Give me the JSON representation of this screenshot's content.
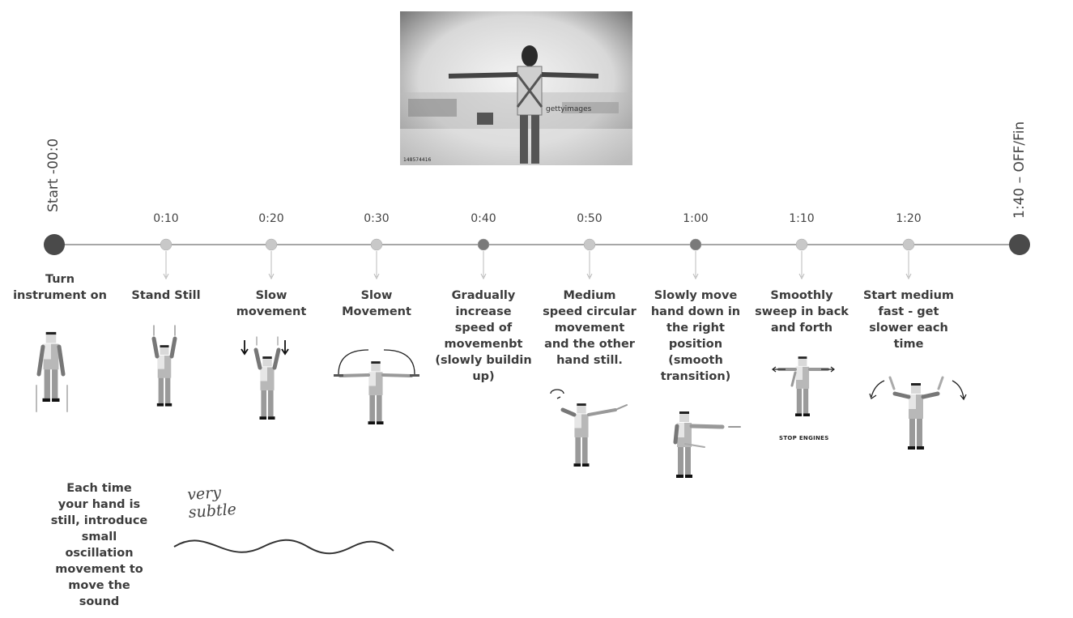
{
  "start": {
    "label": "Start -00:0"
  },
  "end": {
    "label": "1:40 – OFF/Fin"
  },
  "timeline": [
    {
      "time": "0:10",
      "label": "Stand Still"
    },
    {
      "time": "0:20",
      "label": "Slow\nmovement"
    },
    {
      "time": "0:30",
      "label": "Slow\nMovement"
    },
    {
      "time": "0:40",
      "label": "Gradually\nincrease\nspeed of\nmovemenbt\n(slowly buildin\nup)"
    },
    {
      "time": "0:50",
      "label": "Medium\nspeed circular\nmovement\nand the other\nhand still."
    },
    {
      "time": "1:00",
      "label": "Slowly move\nhand down in\nthe right\nposition\n(smooth\ntransition)"
    },
    {
      "time": "1:10",
      "label": "Smoothly\nsweep in back\nand forth"
    },
    {
      "time": "1:20",
      "label": "Start medium\nfast - get\nslower each\ntime"
    }
  ],
  "first_step": {
    "label": "Turn\ninstrument on"
  },
  "figure_captions": {
    "stop_engines": "STOP ENGINES"
  },
  "note": {
    "text": "Each time\nyour hand is\nstill, introduce\nsmall\noscillation\nmovement to\nmove the\nsound"
  },
  "handwritten": {
    "text": "very\nsubtle"
  },
  "photo": {
    "watermark": "gettyimages",
    "id_text": "148574416"
  },
  "colors": {
    "line": "#8a8a8a",
    "dot_dark": "#4a4a4a",
    "dot_mid": "#7a7a7a",
    "dot_light": "#c8c8c8"
  }
}
